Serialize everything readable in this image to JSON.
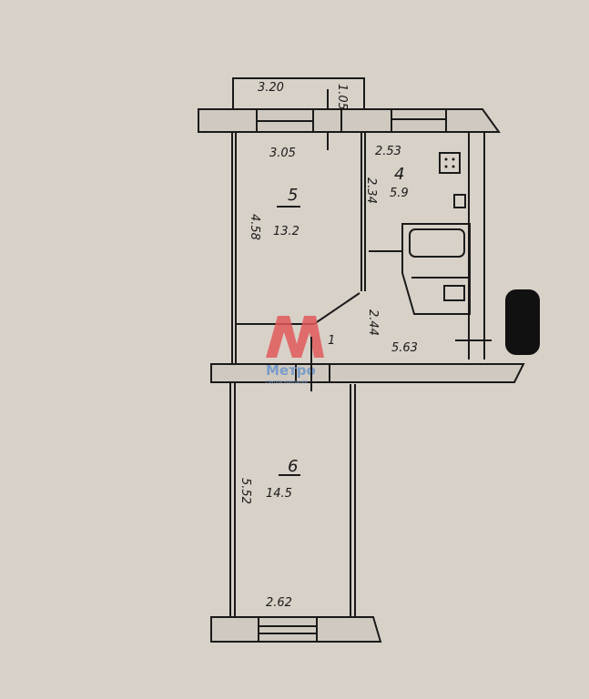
{
  "plan": {
    "rooms": [
      {
        "number": "5",
        "area": "13.2",
        "width": "3.05",
        "length": "4.58"
      },
      {
        "number": "4",
        "area": "5.9",
        "width": "2.53",
        "length": "2.34"
      },
      {
        "number": "6",
        "area": "14.5",
        "width": "2.62",
        "length": "5.52"
      }
    ],
    "hall": {
      "length": "5.63",
      "width": "2.44",
      "mark": "1"
    },
    "balcony": {
      "width": "3.20",
      "depth": "1.05"
    }
  },
  "logo": {
    "name": "Метро",
    "tagline": "группа компаний"
  }
}
